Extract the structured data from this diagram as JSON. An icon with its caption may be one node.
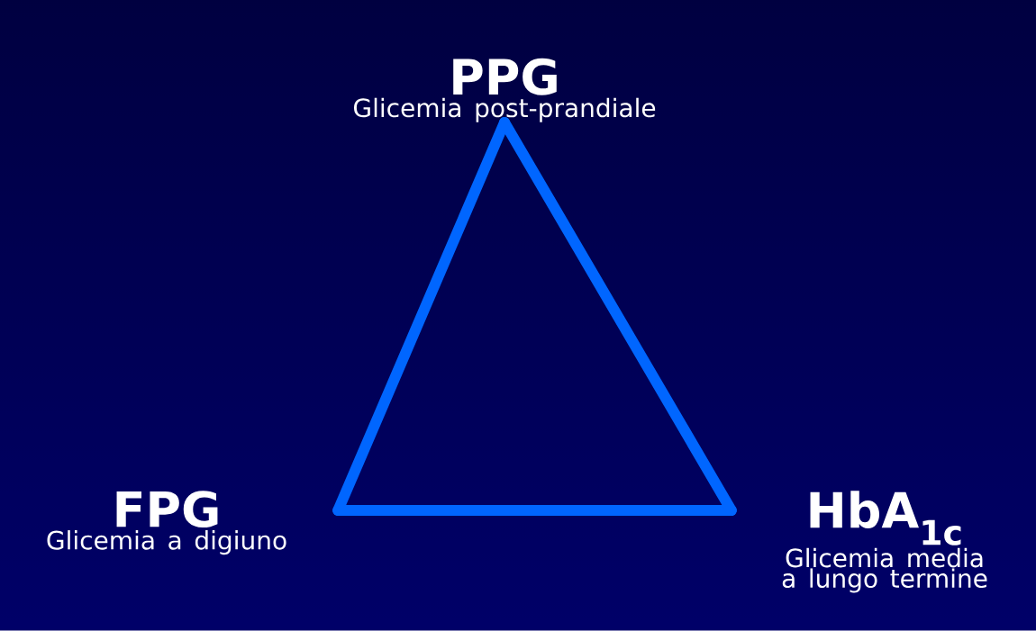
{
  "diagram": {
    "nodes": [
      {
        "text": [
          "PPG",
          "Glicemia post-prandiale"
        ]
      },
      {
        "text": [
          "FPG",
          "Glicemia a digiuno"
        ]
      },
      {
        "text": [
          "HbA$_{1c}$",
          "Glicemia media a lungo termine"
        ]
      }
    ],
    "edges": [
      {
        "from": 0,
        "to": 1,
        "arrow": "none"
      },
      {
        "from": 1,
        "to": 2,
        "arrow": "none"
      },
      {
        "from": 2,
        "to": 0,
        "arrow": "none"
      }
    ]
  }
}
